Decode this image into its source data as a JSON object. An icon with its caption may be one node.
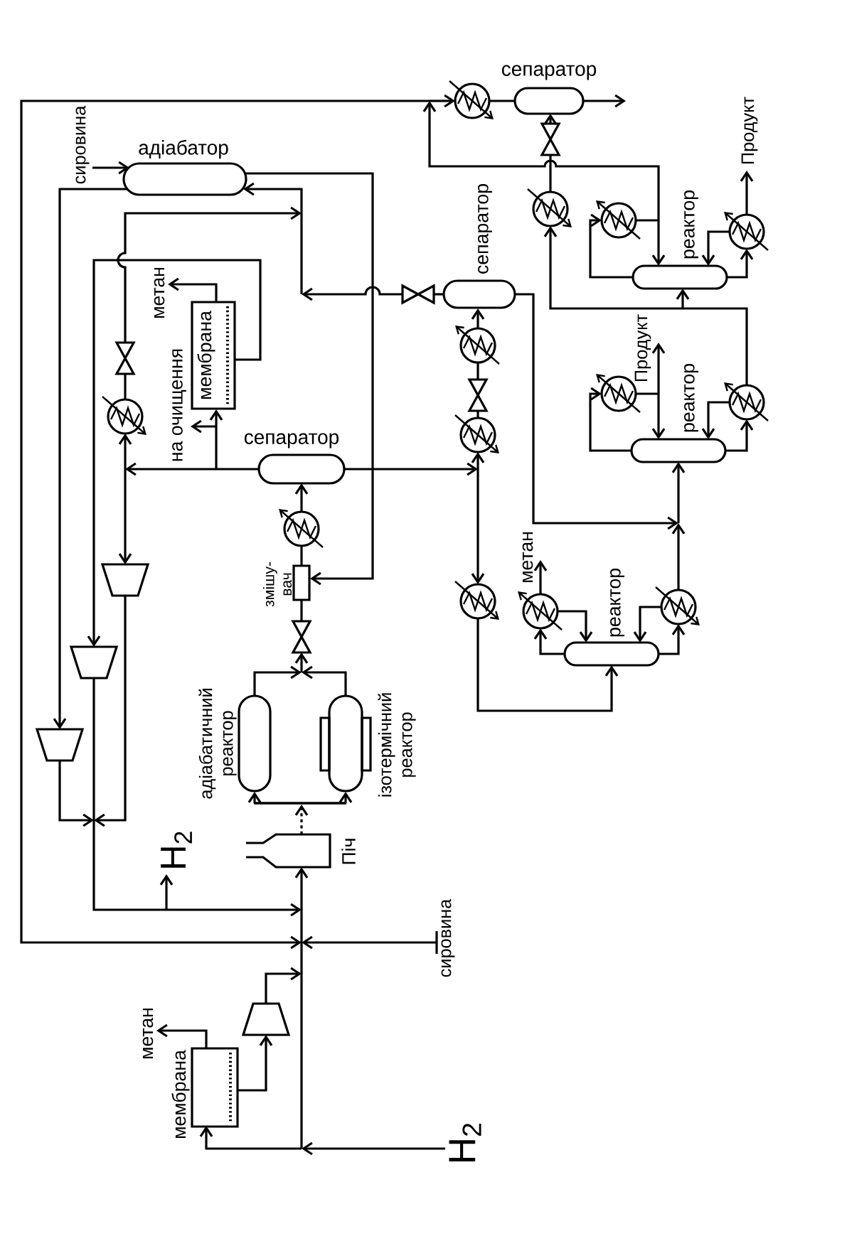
{
  "diagram": {
    "nodes": [
      {
        "text": [
          "сепаратор"
        ]
      },
      {
        "text": [],
        "shape": "circle"
      },
      {
        "text": [
          "сировина"
        ]
      },
      {
        "text": [
          "Продукт"
        ]
      },
      {
        "text": [
          "адіабатор"
        ]
      },
      {
        "text": [],
        "shape": "bowtie"
      },
      {
        "text": [],
        "shape": "circle"
      },
      {
        "text": [],
        "shape": "circle"
      },
      {
        "text": [],
        "shape": "circle"
      },
      {
        "text": [
          "реактор"
        ]
      },
      {
        "text": [
          "сепаратор"
        ]
      },
      {
        "text": [
          "метан"
        ]
      },
      {
        "text": [],
        "shape": "bowtie"
      },
      {
        "text": [
          "мембрана"
        ]
      },
      {
        "text": [
          "Продукт"
        ]
      },
      {
        "text": [],
        "shape": "circle"
      },
      {
        "text": [],
        "shape": "bowtie"
      },
      {
        "text": [
          "на очищення"
        ]
      },
      {
        "text": [],
        "shape": "circle"
      },
      {
        "text": [],
        "shape": "bowtie"
      },
      {
        "text": [],
        "shape": "circle"
      },
      {
        "text": [],
        "shape": "circle"
      },
      {
        "text": [],
        "shape": "circle"
      },
      {
        "text": [
          "реактор"
        ]
      },
      {
        "text": [
          "сепаратор"
        ]
      },
      {
        "text": [],
        "shape": "circle"
      },
      {
        "text": [
          "метан"
        ]
      },
      {
        "text": [],
        "shape": "trapezoid"
      },
      {
        "text": [
          "змішу- вач"
        ]
      },
      {
        "text": [],
        "shape": "circle"
      },
      {
        "text": [],
        "shape": "circle"
      },
      {
        "text": [],
        "shape": "circle"
      },
      {
        "text": [],
        "shape": "bowtie"
      },
      {
        "text": [
          "реактор"
        ]
      },
      {
        "text": [],
        "shape": "trapezoid"
      },
      {
        "text": [
          "адіабатичний реактор"
        ]
      },
      {
        "text": [
          "ізотермічний реактор"
        ]
      },
      {
        "text": [],
        "shape": "trapezoid"
      },
      {
        "text": [
          "Піч"
        ]
      },
      {
        "text": [
          "H$_{2}$"
        ]
      },
      {
        "text": [
          "сировина"
        ]
      },
      {
        "text": [],
        "shape": "trapezoid"
      },
      {
        "text": [
          "метан"
        ]
      },
      {
        "text": [
          "мембрана"
        ]
      },
      {
        "text": [
          "H$_{2}$"
        ]
      },
      {
        "text": [],
        "shape": "bar"
      }
    ],
    "edges": [
      {
        "from": 1,
        "to": 0,
        "arrow": "none"
      },
      {
        "from": 0,
        "to": null,
        "arrow": "to"
      },
      {
        "from": 6,
        "to": 5,
        "arrow": "none"
      },
      {
        "from": 5,
        "to": 0,
        "arrow": "to"
      },
      {
        "from": 9,
        "to": 7,
        "arrow": "to"
      },
      {
        "from": 7,
        "to": 9,
        "arrow": "to"
      },
      {
        "from": 7,
        "to": 1,
        "arrow": "to"
      },
      {
        "from": 7,
        "to": 38,
        "arrow": "to"
      },
      {
        "from": 9,
        "to": 8,
        "arrow": "to"
      },
      {
        "from": 8,
        "to": 3,
        "arrow": "to"
      },
      {
        "from": 8,
        "to": 9,
        "arrow": "to"
      },
      {
        "from": 20,
        "to": 9,
        "arrow": "to"
      },
      {
        "from": 20,
        "to": 6,
        "arrow": "to"
      },
      {
        "from": 23,
        "to": 20,
        "arrow": "to"
      },
      {
        "from": 20,
        "to": 23,
        "arrow": "to"
      },
      {
        "from": 23,
        "to": 18,
        "arrow": "to"
      },
      {
        "from": 18,
        "to": 23,
        "arrow": "to"
      },
      {
        "from": 18,
        "to": 14,
        "arrow": "to"
      },
      {
        "from": 30,
        "to": 23,
        "arrow": "to"
      },
      {
        "from": 10,
        "to": 23,
        "arrow": "to"
      },
      {
        "from": 33,
        "to": 31,
        "arrow": "to"
      },
      {
        "from": 31,
        "to": 26,
        "arrow": "to"
      },
      {
        "from": 31,
        "to": 33,
        "arrow": "to"
      },
      {
        "from": 33,
        "to": 30,
        "arrow": "to"
      },
      {
        "from": 30,
        "to": 33,
        "arrow": "to"
      },
      {
        "from": 29,
        "to": 33,
        "arrow": "to"
      },
      {
        "from": 24,
        "to": 22,
        "arrow": "to"
      },
      {
        "from": 24,
        "to": 29,
        "arrow": "to"
      },
      {
        "from": 22,
        "to": 19,
        "arrow": "none"
      },
      {
        "from": 19,
        "to": 15,
        "arrow": "none"
      },
      {
        "from": 15,
        "to": 10,
        "arrow": "to"
      },
      {
        "from": 10,
        "to": 12,
        "arrow": "none"
      },
      {
        "from": 12,
        "to": 4,
        "arrow": "to"
      },
      {
        "from": 2,
        "to": 4,
        "arrow": "to"
      },
      {
        "from": 4,
        "to": 37,
        "arrow": "to"
      },
      {
        "from": 4,
        "to": 28,
        "arrow": "to"
      },
      {
        "from": 24,
        "to": 21,
        "arrow": "to"
      },
      {
        "from": 21,
        "to": 16,
        "arrow": "none"
      },
      {
        "from": 16,
        "to": 4,
        "arrow": "to"
      },
      {
        "from": 24,
        "to": 27,
        "arrow": "to"
      },
      {
        "from": 24,
        "to": 13,
        "arrow": "to"
      },
      {
        "from": 24,
        "to": 17,
        "arrow": "to"
      },
      {
        "from": 13,
        "to": 11,
        "arrow": "to"
      },
      {
        "from": 13,
        "to": 34,
        "arrow": "to"
      },
      {
        "from": 25,
        "to": 24,
        "arrow": "to"
      },
      {
        "from": 28,
        "to": 25,
        "arrow": "none"
      },
      {
        "from": 32,
        "to": 28,
        "arrow": "none"
      },
      {
        "from": 35,
        "to": 32,
        "arrow": "to"
      },
      {
        "from": 36,
        "to": 32,
        "arrow": "to"
      },
      {
        "from": 38,
        "to": 45,
        "arrow": "to",
        "style": "dashed"
      },
      {
        "from": 45,
        "to": 35,
        "arrow": "to"
      },
      {
        "from": 27,
        "to": 38,
        "arrow": "to"
      },
      {
        "from": 34,
        "to": 38,
        "arrow": "to"
      },
      {
        "from": 37,
        "to": 38,
        "arrow": "to"
      },
      {
        "from": 27,
        "to": 39,
        "arrow": "to"
      },
      {
        "from": 34,
        "to": 39,
        "arrow": "to"
      },
      {
        "from": 37,
        "to": 39,
        "arrow": "to"
      },
      {
        "from": 40,
        "to": 38,
        "arrow": "to"
      },
      {
        "from": 41,
        "to": 38,
        "arrow": "to"
      },
      {
        "from": 44,
        "to": 38,
        "arrow": "to"
      },
      {
        "from": 44,
        "to": 43,
        "arrow": "to"
      },
      {
        "from": 43,
        "to": 42,
        "arrow": "to"
      },
      {
        "from": 43,
        "to": 41,
        "arrow": "to"
      },
      {
        "from": 45,
        "to": 36,
        "arrow": "to"
      }
    ]
  }
}
